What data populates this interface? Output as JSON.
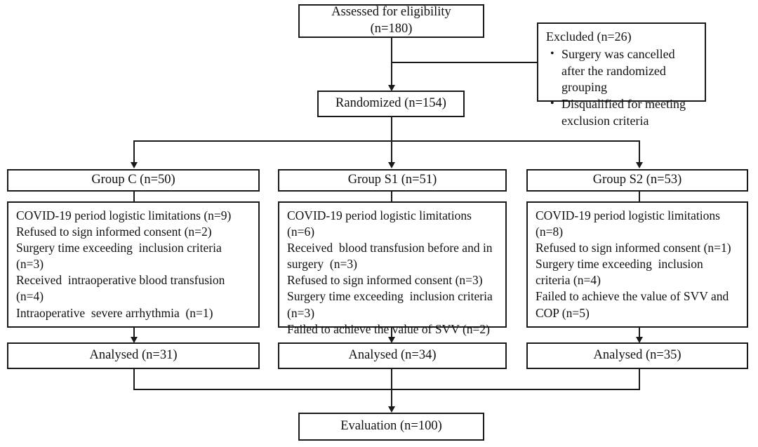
{
  "diagram": {
    "type": "consort-flow-diagram",
    "title": "CONSORT participant flow diagram",
    "line_color": "#1a1a1a",
    "background_color": "#ffffff"
  },
  "enrollment": {
    "assessed": {
      "line1": "Assessed  for eligibility",
      "line2": "(n=180)",
      "count": 180
    },
    "excluded": {
      "title": "Excluded (n=26)",
      "count": 26,
      "bullet_symbol": "•",
      "reasons": [
        "Surgery was cancelled after the randomized  grouping",
        "Disqualified for meeting exclusion criteria"
      ]
    },
    "randomized": {
      "label": "Randomized  (n=154)",
      "count": 154
    }
  },
  "groups": [
    {
      "header": "Group C (n=50)",
      "allocated": 50,
      "exclusion_reasons": [
        "COVID-19 period logistic limitations (n=9)",
        "Refused to sign informed consent (n=2)",
        "Surgery time exceeding  inclusion criteria\n(n=3)",
        "Received  intraoperative blood transfusion\n(n=4)",
        "Intraoperative  severe arrhythmia  (n=1)"
      ],
      "analysed": "Analysed  (n=31)",
      "analysed_count": 31
    },
    {
      "header": "Group S1 (n=51)",
      "allocated": 51,
      "exclusion_reasons": [
        "COVID-19 period logistic limitations\n(n=6)",
        "Received  blood transfusion before and in\nsurgery  (n=3)",
        "Refused to sign informed consent (n=3)",
        "Surgery time exceeding  inclusion criteria\n(n=3)",
        "Failed to achieve the value of SVV (n=2)"
      ],
      "analysed": "Analysed  (n=34)",
      "analysed_count": 34
    },
    {
      "header": "Group S2 (n=53)",
      "allocated": 53,
      "exclusion_reasons": [
        "COVID-19 period logistic limitations\n(n=8)",
        "Refused to sign informed consent (n=1)",
        "Surgery time exceeding  inclusion\ncriteria (n=4)",
        "Failed to achieve the value of SVV and\nCOP (n=5)"
      ],
      "analysed": "Analysed  (n=35)",
      "analysed_count": 35
    }
  ],
  "evaluation": {
    "label": "Evaluation (n=100)",
    "count": 100
  }
}
